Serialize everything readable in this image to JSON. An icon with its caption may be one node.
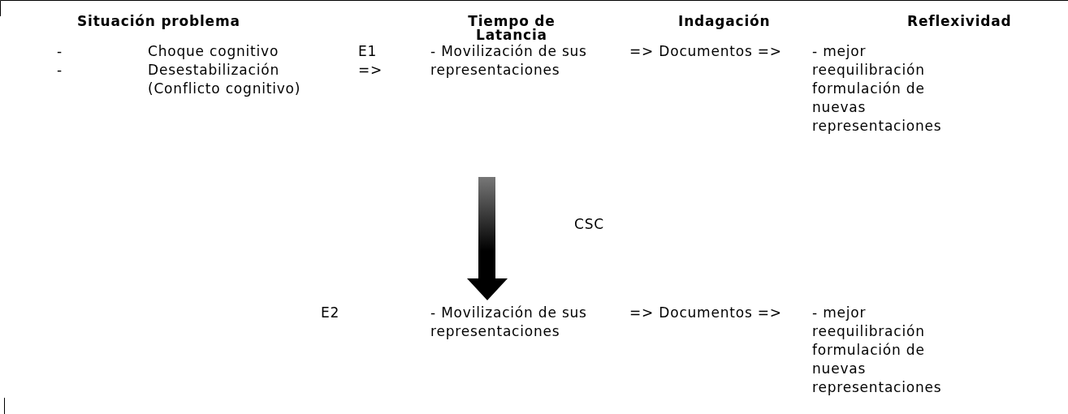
{
  "diagram": {
    "labels": [
      "Situación problema",
      "Tiempo de Latancia",
      "Indagación",
      "Reflexividad",
      "-",
      "Choque cognitivo",
      "E1 =>",
      "- Movilización de sus representaciones",
      "=> Documentos =>",
      "- mejor reequilibración formulación de nuevas representaciones",
      "-",
      "Desestabilización (Conflicto cognitivo)",
      "CSC",
      "E2",
      "- Movilización de sus representaciones",
      "=> Documentos =>",
      "- mejor reequilibración formulación de nuevas representaciones"
    ]
  }
}
